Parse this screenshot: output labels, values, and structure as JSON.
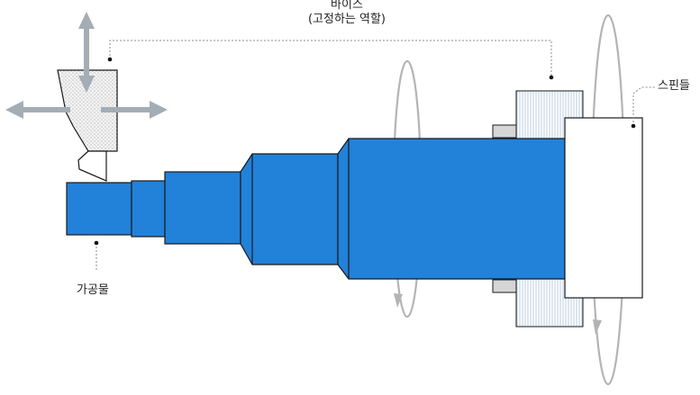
{
  "labels": {
    "vise_title": "바이스",
    "vise_subtitle": "(고정하는 역할)",
    "spindle": "스핀들",
    "workpiece": "가공물"
  },
  "colors": {
    "workpiece_blue": "#2281d9",
    "outline": "#1a1a1a",
    "arrow_gray": "#a3adb5",
    "rotation_gray": "#b4b4b4",
    "jaw_gray": "#d6d6d6",
    "leader_gray": "#8c8c8c",
    "jaw_hatch": "#b9cde0"
  }
}
